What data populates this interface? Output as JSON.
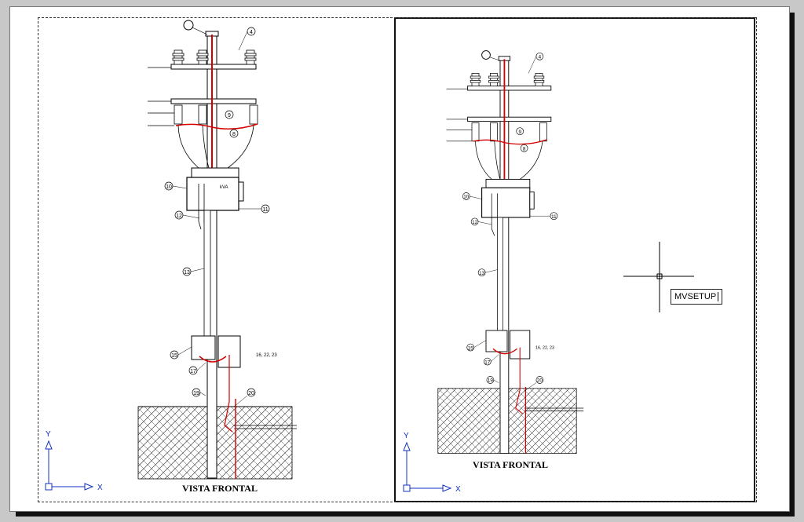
{
  "drawing": {
    "title_label": "VISTA FRONTAL",
    "callouts": [
      "4",
      "9",
      "8",
      "10",
      "11",
      "12",
      "13",
      "15",
      "17",
      "19",
      "20"
    ],
    "note_label": "16, 22, 23",
    "transformer_label": "kVA"
  },
  "ucs": {
    "x_label": "X",
    "y_label": "Y"
  },
  "command_tooltip": {
    "text": "MVSETUP"
  },
  "colors": {
    "red_wire": "#d40000",
    "line": "#000000",
    "sheet": "#ffffff",
    "background": "#c8c8c8"
  }
}
